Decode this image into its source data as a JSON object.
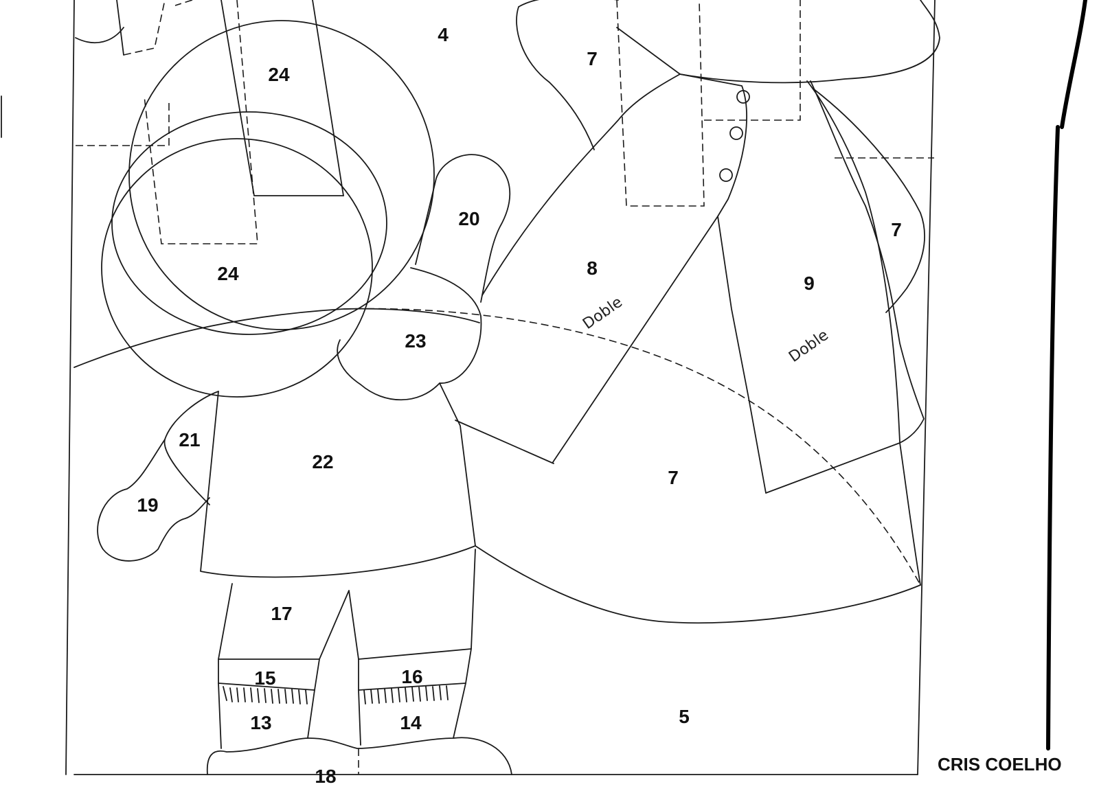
{
  "labels": {
    "n4": "4",
    "n7a": "7",
    "n24a": "24",
    "n24b": "24",
    "n20": "20",
    "n8": "8",
    "n7b": "7",
    "n9": "9",
    "n23": "23",
    "n21": "21",
    "n22": "22",
    "n19": "19",
    "n7c": "7",
    "n17": "17",
    "n15": "15",
    "n16": "16",
    "n13": "13",
    "n14": "14",
    "n5": "5",
    "n18": "18"
  },
  "handwriting": {
    "doble_8": "Doble",
    "doble_9": "Doble"
  },
  "credit": "CRIS COELHO"
}
